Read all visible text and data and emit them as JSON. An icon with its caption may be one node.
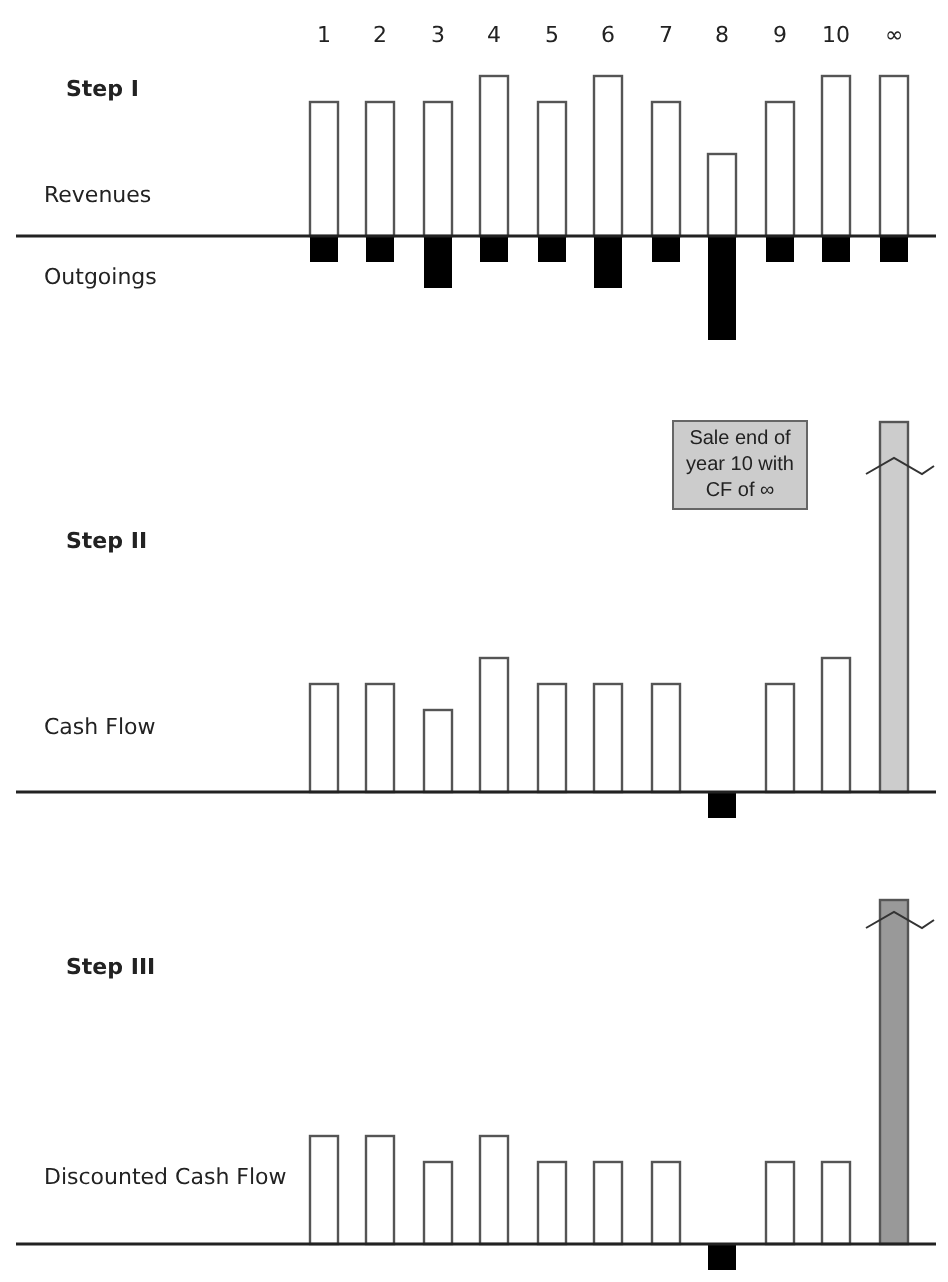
{
  "diagram": {
    "nodes": [
      {
        "text": [
          "Sale end of year 10 with CF of ∞"
        ]
      }
    ],
    "labels": [
      "1",
      "2",
      "3",
      "4",
      "5",
      "6",
      "7",
      "8",
      "9",
      "10",
      "∞",
      "Step I",
      "Revenues",
      "Outgoings",
      "Step II",
      "Cash Flow",
      "Step III",
      "Discounted Cash Flow"
    ]
  }
}
